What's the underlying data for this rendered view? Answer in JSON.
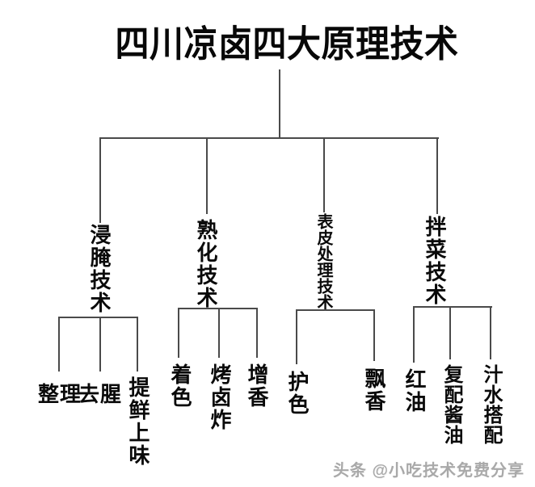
{
  "tree": {
    "root": "四川凉卤四大原理技术",
    "branches": [
      {
        "label": "浸腌技术",
        "children": [
          "整理",
          "去腥",
          "提鲜上味"
        ]
      },
      {
        "label": "熟化技术",
        "children": [
          "着色",
          "烤卤炸",
          "增香"
        ]
      },
      {
        "label": "表皮处理技术",
        "children": [
          "护色",
          "飘香"
        ]
      },
      {
        "label": "拌菜技术",
        "children": [
          "红油",
          "复配酱油",
          "汁水搭配"
        ]
      }
    ]
  },
  "watermark": {
    "text": "头条 @小吃技术免费分享"
  },
  "colors": {
    "background": "#ffffff",
    "line": "#4a4a4a",
    "text": "#0a0a0a",
    "watermark": "#a9a9a9"
  }
}
